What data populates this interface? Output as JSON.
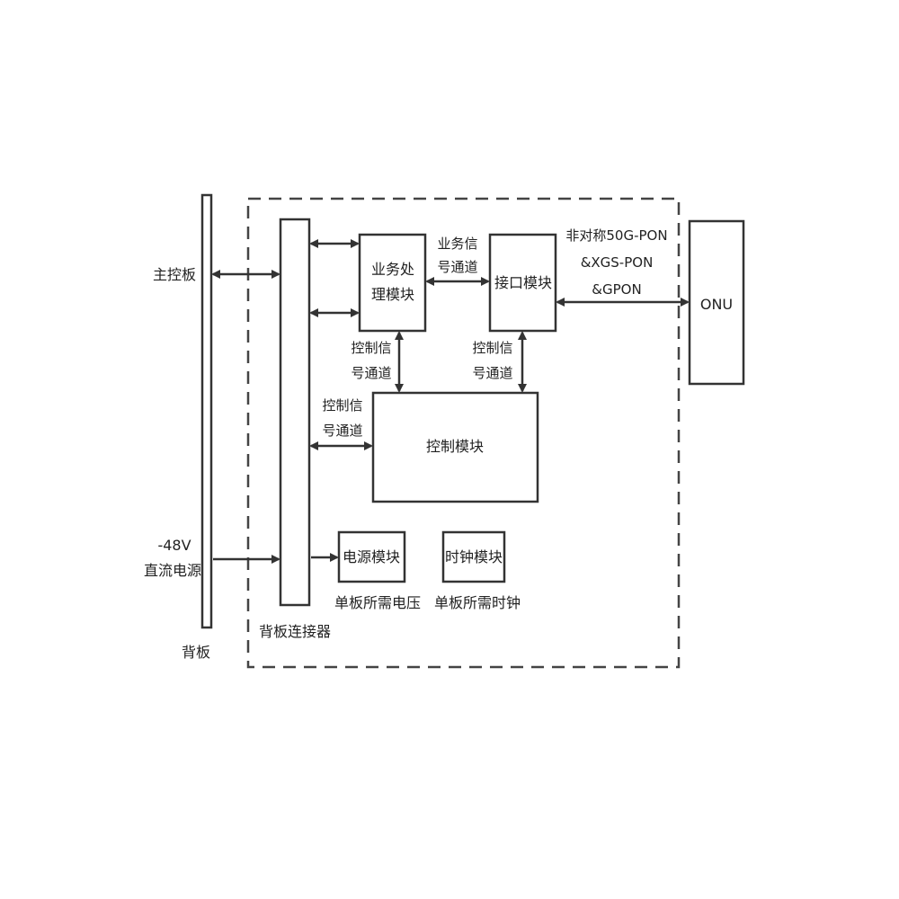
{
  "labels": {
    "main_board": "主控板",
    "power_input_line1": "-48V",
    "power_input_line2": "直流电源",
    "backplane": "背板",
    "backplane_connector": "背板连接器",
    "service_module_line1": "业务处",
    "service_module_line2": "理模块",
    "service_channel_line1": "业务信",
    "service_channel_line2": "号通道",
    "interface_module": "接口模块",
    "pon_line1": "非对称50G-PON",
    "pon_line2": "&XGS-PON",
    "pon_line3": "&GPON",
    "onu": "ONU",
    "ctrl_channel_a_line1": "控制信",
    "ctrl_channel_a_line2": "号通道",
    "ctrl_channel_b_line1": "控制信",
    "ctrl_channel_b_line2": "号通道",
    "ctrl_channel_c_line1": "控制信",
    "ctrl_channel_c_line2": "号通道",
    "control_module": "控制模块",
    "power_module": "电源模块",
    "power_module_note": "单板所需电压",
    "clock_module": "时钟模块",
    "clock_module_note": "单板所需时钟"
  }
}
